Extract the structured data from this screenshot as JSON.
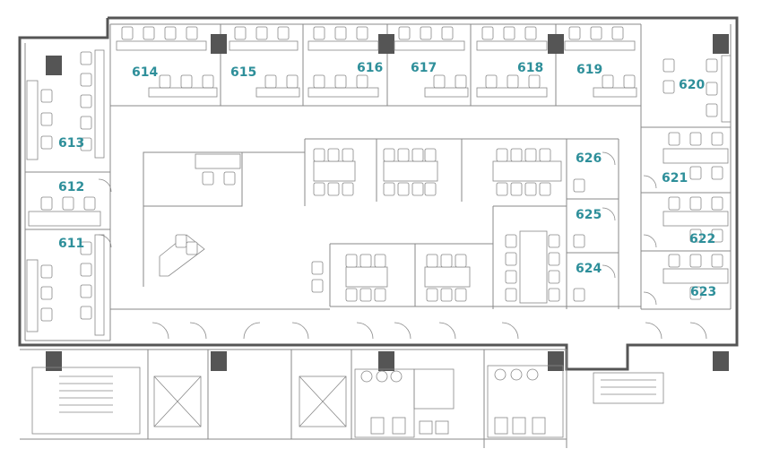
{
  "colors": {
    "label": "#2e8f9a",
    "wall": "#555555",
    "line": "#888888",
    "column": "#555555"
  },
  "rooms": [
    {
      "id": "613",
      "label": "613"
    },
    {
      "id": "612",
      "label": "612"
    },
    {
      "id": "611",
      "label": "611"
    },
    {
      "id": "614",
      "label": "614"
    },
    {
      "id": "615",
      "label": "615"
    },
    {
      "id": "616",
      "label": "616"
    },
    {
      "id": "617",
      "label": "617"
    },
    {
      "id": "618",
      "label": "618"
    },
    {
      "id": "619",
      "label": "619"
    },
    {
      "id": "620",
      "label": "620"
    },
    {
      "id": "621",
      "label": "621"
    },
    {
      "id": "622",
      "label": "622"
    },
    {
      "id": "623",
      "label": "623"
    },
    {
      "id": "624",
      "label": "624"
    },
    {
      "id": "625",
      "label": "625"
    },
    {
      "id": "626",
      "label": "626"
    }
  ]
}
